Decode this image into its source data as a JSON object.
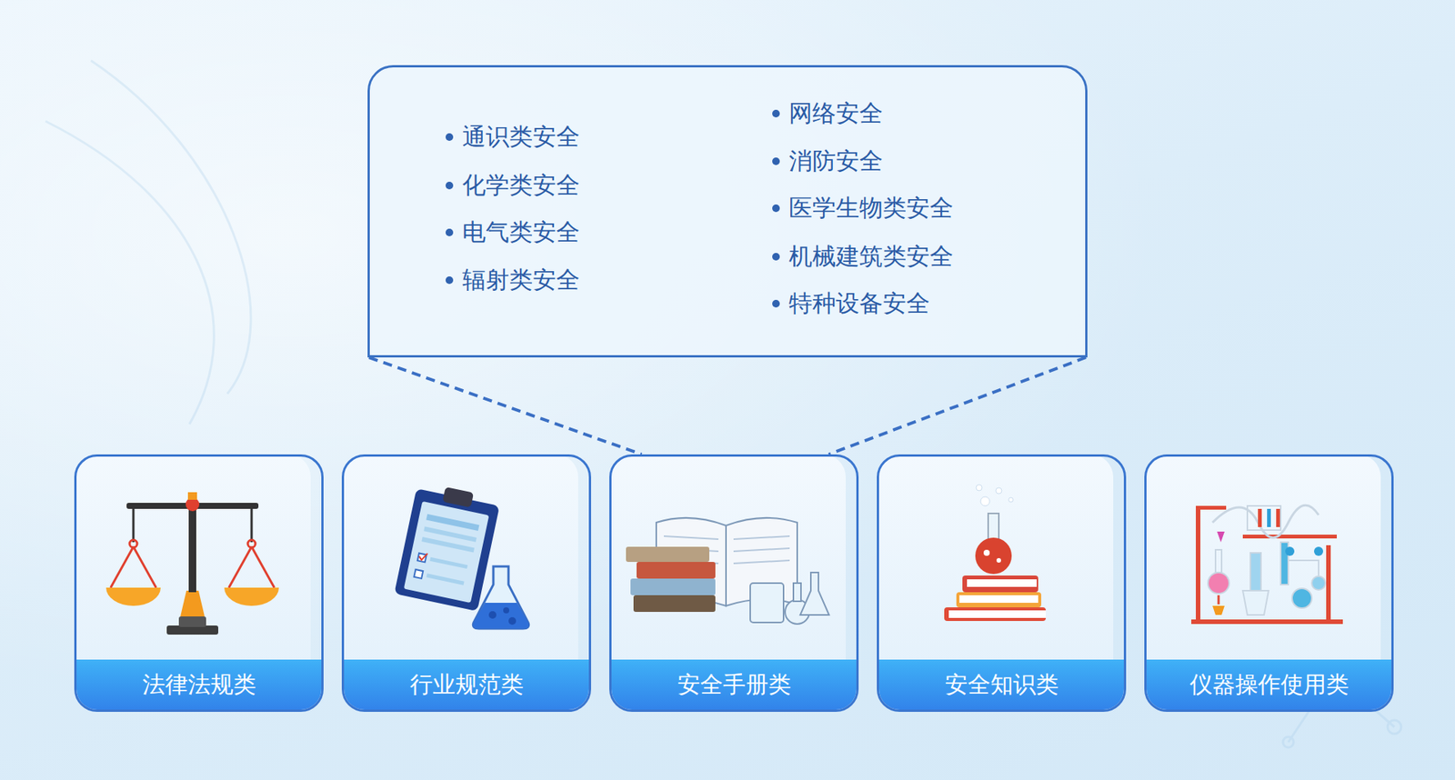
{
  "diagram": {
    "nodes": [
      {
        "text": [
          "通识类安全",
          "化学类安全",
          "电气类安全",
          "辐射类安全",
          "网络安全",
          "消防安全",
          "医学生物类安全",
          "机械建筑类安全",
          "特种设备安全"
        ]
      },
      {
        "text": [
          "法律法规类"
        ]
      },
      {
        "text": [
          "行业规范类"
        ]
      },
      {
        "text": [
          "安全手册类"
        ]
      },
      {
        "text": [
          "安全知识类"
        ]
      },
      {
        "text": [
          "仪器操作使用类"
        ]
      }
    ],
    "edges": [
      {
        "from": 0,
        "to": 3,
        "arrow": "none"
      }
    ]
  }
}
